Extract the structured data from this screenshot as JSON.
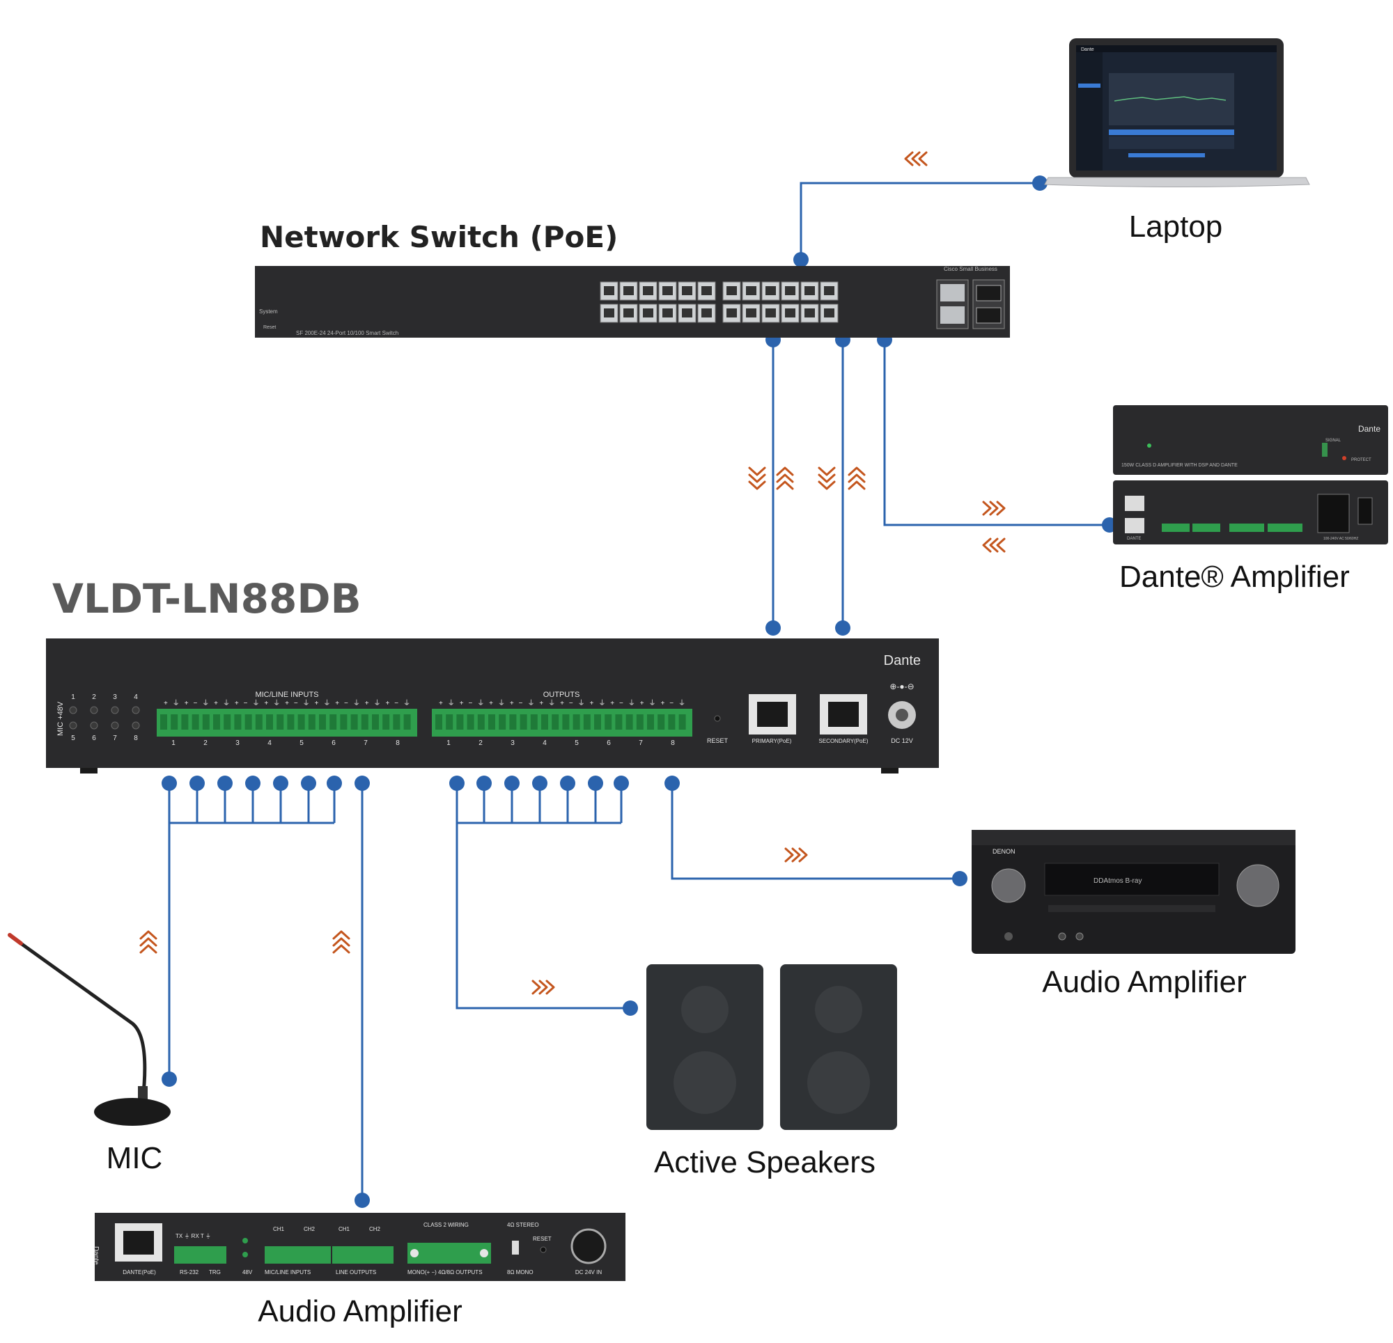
{
  "labels": {
    "switch": "Network Switch (PoE)",
    "laptop": "Laptop",
    "dante_amp": "Dante® Amplifier",
    "main_device": "VLDT-LN88DB",
    "audio_amp_right": "Audio Amplifier",
    "mic": "MIC",
    "speakers": "Active Speakers",
    "audio_amp_bottom": "Audio Amplifier"
  },
  "main_panel": {
    "brand": "Dante",
    "mic48v": "MIC +48V",
    "led_top": [
      "1",
      "2",
      "3",
      "4"
    ],
    "led_bottom": [
      "5",
      "6",
      "7",
      "8"
    ],
    "inputs_title": "MIC/LINE INPUTS",
    "outputs_title": "OUTPUTS",
    "channels": [
      "1",
      "2",
      "3",
      "4",
      "5",
      "6",
      "7",
      "8"
    ],
    "pin_signs": "+ ⏚ + − ⏚",
    "reset": "RESET",
    "primary": "PRIMARY(PoE)",
    "secondary": "SECONDARY(PoE)",
    "dc": "DC 12V"
  },
  "switch_panel": {
    "brand": "Cisco Small Business",
    "model": "SF 200E-24    24-Port 10/100 Smart Switch",
    "system": "System",
    "reset": "Reset"
  },
  "dante_amp_panel": {
    "brand": "Dante",
    "desc": "150W CLASS D AMPLIFIER WITH DSP AND DANTE",
    "signal": "SIGNAL",
    "protect": "PROTECT",
    "rear_label": "DANTE",
    "power": "100-240V AC 50/60HZ"
  },
  "receiver_panel": {
    "brand": "DENON",
    "display": "DDAtmos     B-ray"
  },
  "laptop_screen": {
    "app": "Dante"
  },
  "bottom_amp_panel": {
    "brand": "Dante",
    "dante_port": "DANTE(PoE)",
    "rs232": "RS-232",
    "trg": "TRG",
    "txrx": "TX ⏚ RX  T ⏚",
    "v48": "48V",
    "ch_labels": [
      "CH1",
      "CH2",
      "CH1",
      "CH2"
    ],
    "mic_line_inputs": "MIC/LINE INPUTS",
    "line_outputs": "LINE OUTPUTS",
    "class2": "CLASS 2 WIRING",
    "mono_outputs": "MONO(+  −) 4Ω/8Ω OUTPUTS",
    "stereo": "4Ω  STEREO",
    "mono": "8Ω  MONO",
    "reset": "RESET",
    "dc": "DC 24V IN"
  }
}
